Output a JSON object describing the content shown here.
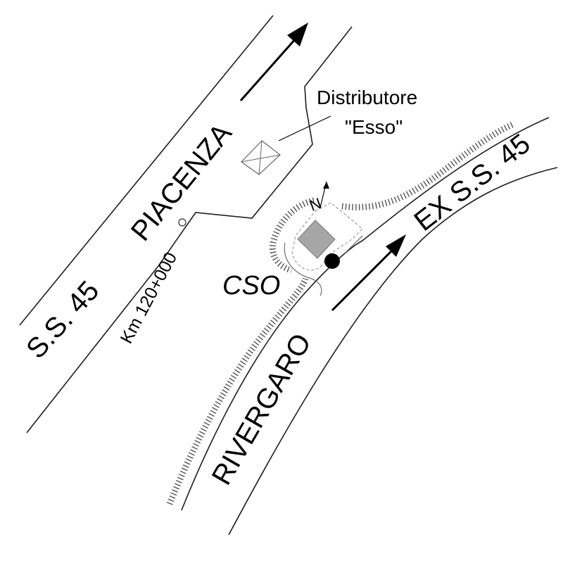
{
  "labels": {
    "ss45": "S.S. 45",
    "piacenza": "PIACENZA",
    "km_marker": "Km 120+000",
    "distributore_line1": "Distributore",
    "distributore_line2": "\"Esso\"",
    "cso": "CSO",
    "ex_ss45": "EX S.S. 45",
    "rivergaro": "RIVERGARO",
    "north_marker": "N"
  },
  "colors": {
    "road_edge": "#1e1e1e",
    "building_fill": "#a6a6a6",
    "site_marker": "#000000"
  },
  "icons": {
    "gas_station": "x-box-icon",
    "building": "grey-square-icon",
    "site": "black-dot-icon",
    "km_post": "hollow-circle-icon",
    "north": "north-arrow-icon"
  }
}
